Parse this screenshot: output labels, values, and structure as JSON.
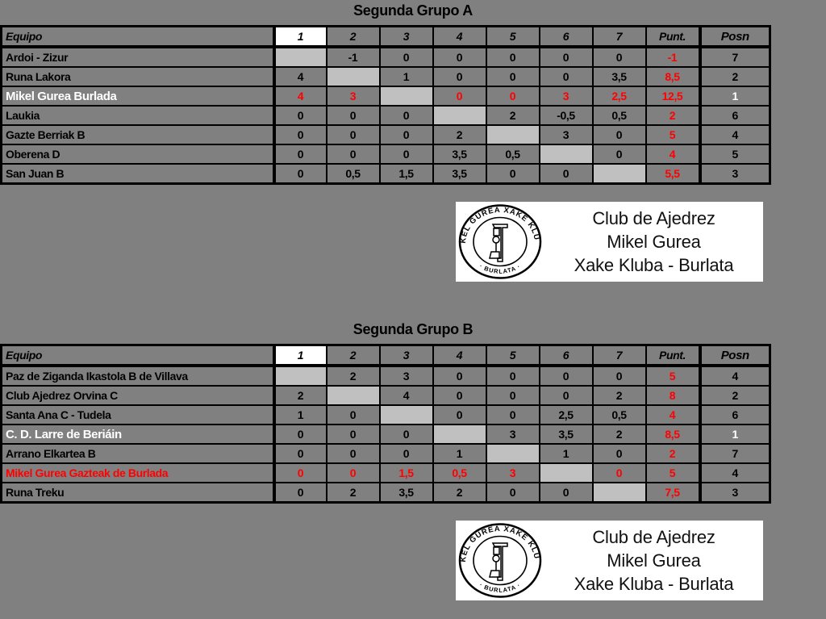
{
  "groups": [
    {
      "title": "Segunda Grupo A",
      "header": {
        "team": "Equipo",
        "cols": [
          "1",
          "2",
          "3",
          "4",
          "5",
          "6",
          "7"
        ],
        "points": "Punt.",
        "position": "Posn"
      },
      "rows": [
        {
          "team": "Ardoi - Zizur",
          "scores": [
            "",
            "-1",
            "0",
            "0",
            "0",
            "0",
            "0"
          ],
          "points": "-1",
          "position": "7",
          "style": "normal"
        },
        {
          "team": "Runa Lakora",
          "scores": [
            "4",
            "",
            "1",
            "0",
            "0",
            "0",
            "3,5"
          ],
          "points": "8,5",
          "position": "2",
          "style": "normal"
        },
        {
          "team": "Mikel Gurea Burlada",
          "scores": [
            "4",
            "3",
            "",
            "0",
            "0",
            "3",
            "2,5"
          ],
          "points": "12,5",
          "position": "1",
          "style": "leader"
        },
        {
          "team": "Laukia",
          "scores": [
            "0",
            "0",
            "0",
            "",
            "2",
            "-0,5",
            "0,5"
          ],
          "points": "2",
          "position": "6",
          "style": "normal"
        },
        {
          "team": "Gazte Berriak B",
          "scores": [
            "0",
            "0",
            "0",
            "2",
            "",
            "3",
            "0"
          ],
          "points": "5",
          "position": "4",
          "style": "normal"
        },
        {
          "team": "Oberena D",
          "scores": [
            "0",
            "0",
            "0",
            "3,5",
            "0,5",
            "",
            "0"
          ],
          "points": "4",
          "position": "5",
          "style": "normal"
        },
        {
          "team": "San Juan B",
          "scores": [
            "0",
            "0,5",
            "1,5",
            "3,5",
            "0",
            "0",
            ""
          ],
          "points": "5,5",
          "position": "3",
          "style": "normal"
        }
      ]
    },
    {
      "title": "Segunda Grupo B",
      "header": {
        "team": "Equipo",
        "cols": [
          "1",
          "2",
          "3",
          "4",
          "5",
          "6",
          "7"
        ],
        "points": "Punt.",
        "position": "Posn"
      },
      "rows": [
        {
          "team": "Paz de Ziganda Ikastola B de Villava",
          "scores": [
            "",
            "2",
            "3",
            "0",
            "0",
            "0",
            "0"
          ],
          "points": "5",
          "position": "4",
          "style": "normal"
        },
        {
          "team": "Club Ajedrez Orvina C",
          "scores": [
            "2",
            "",
            "4",
            "0",
            "0",
            "0",
            "2"
          ],
          "points": "8",
          "position": "2",
          "style": "normal"
        },
        {
          "team": "Santa Ana C - Tudela",
          "scores": [
            "1",
            "0",
            "",
            "0",
            "0",
            "2,5",
            "0,5"
          ],
          "points": "4",
          "position": "6",
          "style": "normal"
        },
        {
          "team": "C. D. Larre de Beriáin",
          "scores": [
            "0",
            "0",
            "0",
            "",
            "3",
            "3,5",
            "2"
          ],
          "points": "8,5",
          "position": "1",
          "style": "leader-white"
        },
        {
          "team": "Arrano Elkartea B",
          "scores": [
            "0",
            "0",
            "0",
            "1",
            "",
            "1",
            "0"
          ],
          "points": "2",
          "position": "7",
          "style": "normal"
        },
        {
          "team": "Mikel Gurea Gazteak de Burlada",
          "scores": [
            "0",
            "0",
            "1,5",
            "0,5",
            "3",
            "",
            "0"
          ],
          "points": "5",
          "position": "4",
          "style": "club"
        },
        {
          "team": "Runa Treku",
          "scores": [
            "0",
            "2",
            "3,5",
            "2",
            "0",
            "0",
            ""
          ],
          "points": "7,5",
          "position": "3",
          "style": "normal"
        }
      ]
    }
  ],
  "logo": {
    "emblem_top": "MIKEL GUREA XAKE KLUBA",
    "emblem_bottom": "BURLATA",
    "lines": [
      "Club de Ajedrez",
      "Mikel Gurea",
      "Xake Kluba - Burlata"
    ]
  },
  "colors": {
    "background": "#808080",
    "self_cell": "#c0c0c0",
    "points": "#ff0000",
    "leader_name": "#ffffff"
  }
}
